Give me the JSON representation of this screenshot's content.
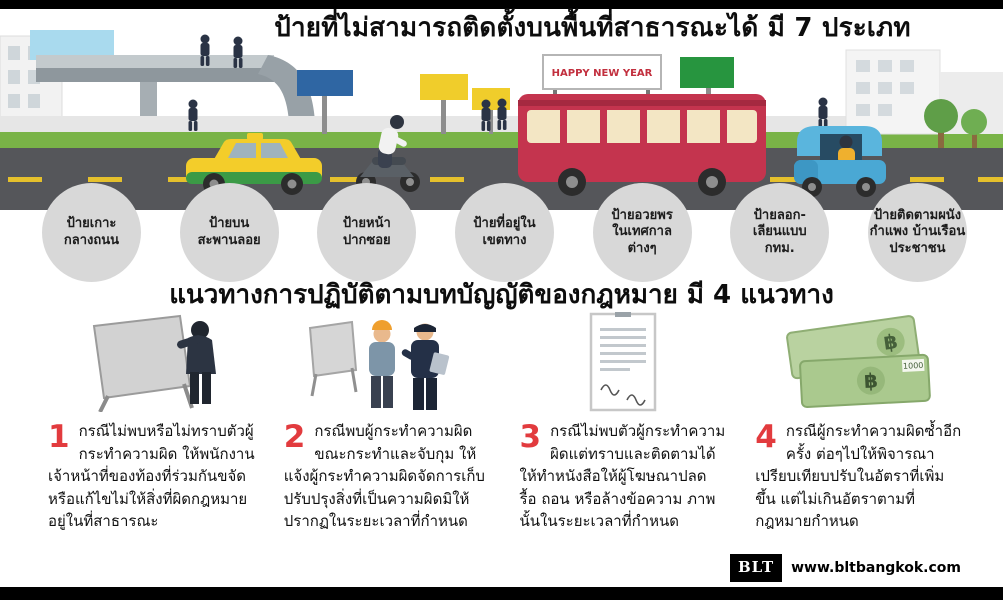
{
  "header": {
    "title": "ป้ายที่ไม่สามารถติดตั้งบนพื้นที่สาธารณะได้ มี 7 ประเภท"
  },
  "scene": {
    "banner_text": "HAPPY NEW YEAR"
  },
  "sign_types": [
    {
      "label": "ป้ายเกาะ\nกลางถนน"
    },
    {
      "label": "ป้ายบน\nสะพานลอย"
    },
    {
      "label": "ป้ายหน้า\nปากซอย"
    },
    {
      "label": "ป้ายที่อยู่ใน\nเขตทาง"
    },
    {
      "label": "ป้ายอวยพร\nในเทศกาล\nต่างๆ"
    },
    {
      "label": "ป้ายลอก-\nเลียนแบบ\nกทม."
    },
    {
      "label": "ป้ายติดตามผนัง\nกำแพง บ้านเรือน\nประชาชน"
    }
  ],
  "guidelines": {
    "title": "แนวทางการปฏิบัติตามบทบัญญัติของกฎหมาย มี 4 แนวทาง",
    "items": [
      {
        "number": "1",
        "icon": "sign-carrier-icon",
        "text": "กรณีไม่พบหรือไม่ทราบตัวผู้กระทำความผิด ให้พนักงานเจ้าหน้าที่ของท้องที่ร่วมกันขจัดหรือแก้ไขไม่ให้สิ่งที่ผิดกฎหมายอยู่ในที่สาธารณะ"
      },
      {
        "number": "2",
        "icon": "officer-arrest-icon",
        "text": "กรณีพบผู้กระทำความผิดขณะกระทำและจับกุม ให้แจ้งผู้กระทำความผิดจัดการเก็บ ปรับปรุงสิ่งที่เป็นความผิดมิให้ปรากฏในระยะเวลาที่กำหนด"
      },
      {
        "number": "3",
        "icon": "legal-document-icon",
        "text": "กรณีไม่พบตัวผู้กระทำความผิดแต่ทราบและติดตามได้ ให้ทำหนังสือให้ผู้โฆษณาปลด รื้อ ถอน หรือล้างข้อความ ภาพนั้นในระยะเวลาที่กำหนด"
      },
      {
        "number": "4",
        "icon": "banknotes-icon",
        "text": "กรณีผู้กระทำความผิดซ้ำอีกครั้ง ต่อๆไปให้พิจารณาเปรียบเทียบปรับในอัตราที่เพิ่มขึ้น แต่ไม่เกินอัตราตามที่กฎหมายกำหนด"
      }
    ]
  },
  "icons": {
    "baht_symbol": "฿",
    "banknote_value": "1000"
  },
  "footer": {
    "logo": "BLT",
    "website": "www.bltbangkok.com"
  },
  "colors": {
    "accent_red": "#e23b3e",
    "bus_red": "#c4344e",
    "grass_green": "#79b347",
    "road_gray": "#55565a",
    "circle_gray": "#d8d8d8",
    "taxi_yellow": "#f3cd2a",
    "taxi_green": "#3b9a46",
    "tuktuk_blue": "#56b5dd"
  }
}
